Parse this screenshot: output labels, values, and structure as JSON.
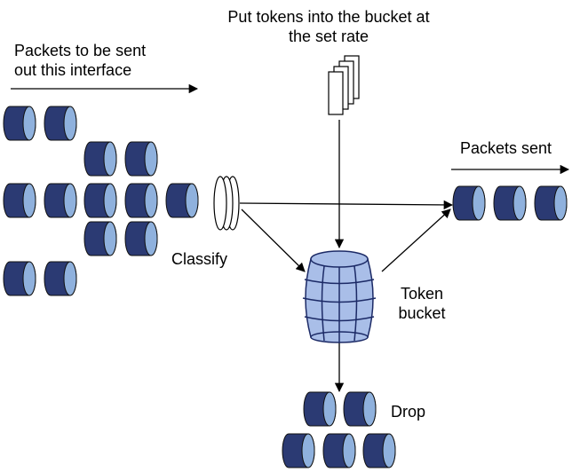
{
  "labels": {
    "packets_in_line1": "Packets to be sent",
    "packets_in_line2": "out this interface",
    "put_tokens_line1": "Put tokens into the bucket at",
    "put_tokens_line2": "the set rate",
    "packets_sent": "Packets sent",
    "classify": "Classify",
    "token_line1": "Token",
    "token_line2": "bucket",
    "drop": "Drop"
  },
  "colors": {
    "packet_front": "#2b3a73",
    "packet_side": "#8fb1dd",
    "barrel_fill": "#a9bee8",
    "barrel_stroke": "#1c2a66",
    "line": "#000000"
  }
}
